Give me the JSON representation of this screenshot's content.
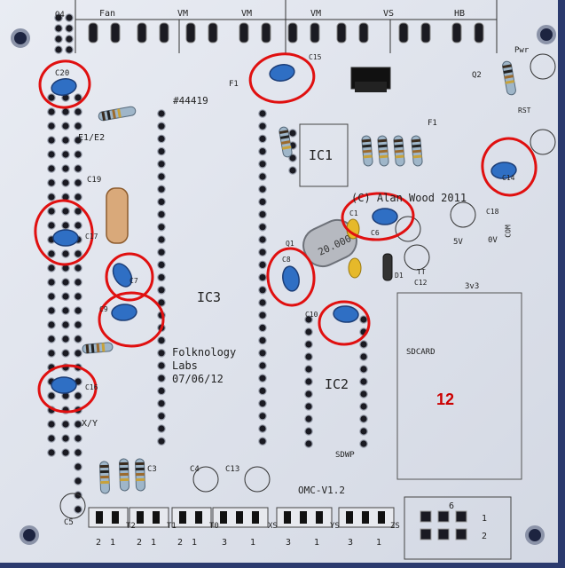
{
  "silkscreen": {
    "q4": "Q4",
    "fan": "Fan",
    "vm1": "VM",
    "vm2": "VM",
    "vm3": "VM",
    "vs": "VS",
    "hb": "HB",
    "pwr": "Pwr",
    "c20": "C20",
    "f1a": "F1",
    "c15": "C15",
    "part_no": "#44419",
    "e1e2": "E1/E2",
    "ic1": "IC1",
    "f1b": "F1",
    "q2": "Q2",
    "rst": "RST",
    "c14": "C14",
    "c19": "C19",
    "copyright": "(C) Alan Wood 2011",
    "c1": "C1",
    "c6": "C6",
    "c18": "C18",
    "c17": "C17",
    "com": "COM",
    "v5": "5V",
    "v0": "0V",
    "crystal": "20.000",
    "q1": "Q1",
    "c8": "C8",
    "c7": "C7",
    "tt": "TT",
    "c12": "C12",
    "v3v3": "3v3",
    "d1": "D1",
    "ic3": "IC3",
    "c9": "C9",
    "c10": "C10",
    "folk1": "Folknology",
    "folk2": "Labs",
    "folk3": "07/06/12",
    "sdcard": "SDCARD",
    "ic2": "IC2",
    "c16": "C16",
    "xy": "X/Y",
    "sdwp": "SDWP",
    "c3": "C3",
    "c4": "C4",
    "c13": "C13",
    "omc": "OMC-V1.2",
    "c5": "C5",
    "t2": "T2",
    "t1": "T1",
    "t0": "T0",
    "xs": "XS",
    "ys": "YS",
    "zs": "ZS",
    "hdr6": "6",
    "hdr1": "1",
    "hdr2": "2",
    "pin1": "1",
    "pin2": "2",
    "pin3": "3"
  },
  "annotation": {
    "label": "12",
    "circle_color": "#e01010",
    "capacitor_color": "#2f6fc4"
  }
}
